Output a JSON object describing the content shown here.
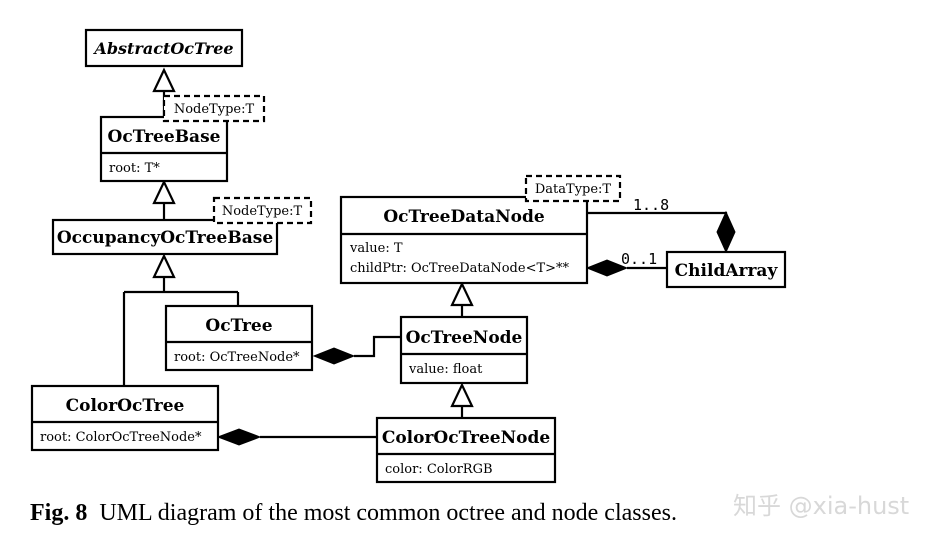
{
  "classes": {
    "abstract_octree": {
      "name": "AbstractOcTree"
    },
    "octree_base": {
      "name": "OcTreeBase",
      "template": "NodeType:T",
      "attrs": [
        "root: T*"
      ]
    },
    "occupancy_octree_base": {
      "name": "OccupancyOcTreeBase",
      "template": "NodeType:T"
    },
    "octree": {
      "name": "OcTree",
      "attrs": [
        "root: OcTreeNode*"
      ]
    },
    "color_octree": {
      "name": "ColorOcTree",
      "attrs": [
        "root: ColorOcTreeNode*"
      ]
    },
    "octree_data_node": {
      "name": "OcTreeDataNode",
      "template": "DataType:T",
      "attrs": [
        "value: T",
        "childPtr: OcTreeDataNode<T>**"
      ]
    },
    "child_array": {
      "name": "ChildArray"
    },
    "octree_node": {
      "name": "OcTreeNode",
      "attrs": [
        "value: float"
      ]
    },
    "color_octree_node": {
      "name": "ColorOcTreeNode",
      "attrs": [
        "color: ColorRGB"
      ]
    }
  },
  "multiplicities": {
    "data_node_to_child_array": "1..8",
    "child_array_to_data_node": "0..1"
  },
  "caption": {
    "label": "Fig. 8",
    "text": "UML diagram of the most common octree and node classes."
  },
  "watermark": "知乎 @xia-hust"
}
